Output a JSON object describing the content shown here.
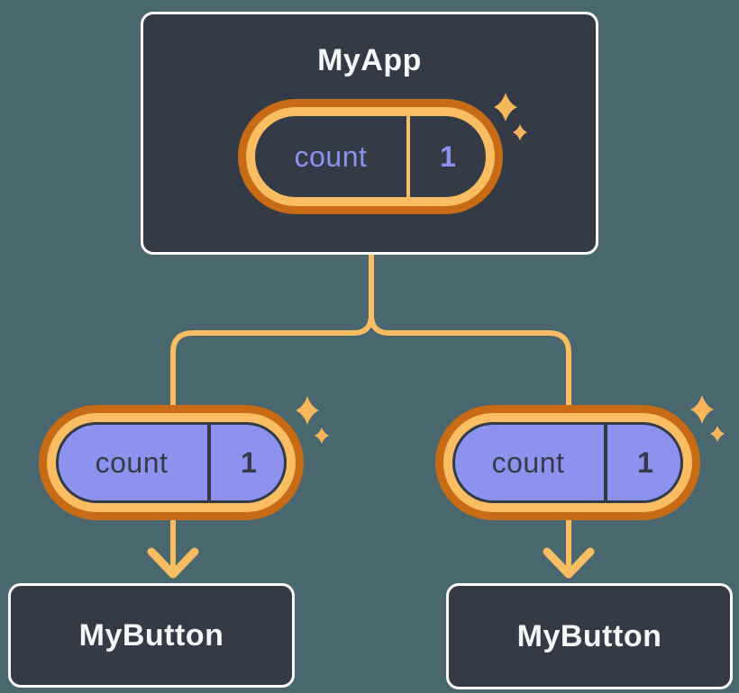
{
  "diagram": {
    "app": {
      "title": "MyApp",
      "state": {
        "label": "count",
        "value": "1"
      }
    },
    "children": [
      {
        "title": "MyButton",
        "state": {
          "label": "count",
          "value": "1"
        }
      },
      {
        "title": "MyButton",
        "state": {
          "label": "count",
          "value": "1"
        }
      }
    ],
    "icons": {
      "sparkle": "sparkle-icon",
      "arrow": "arrow-down-icon"
    },
    "colors": {
      "background": "#4A666E",
      "node_fill": "#343A46",
      "node_border": "#FFFFFF",
      "node_text": "#F6F7F9",
      "ring_dark_orange": "#C76B15",
      "ring_light_orange": "#FABD62",
      "connector_orange": "#FABD62",
      "sparkle_orange": "#F8B65C",
      "pill_purple_fill": "#8B93EE",
      "pill_dark_text": "#8A93EE",
      "pill_purple_text": "#343A46"
    }
  }
}
